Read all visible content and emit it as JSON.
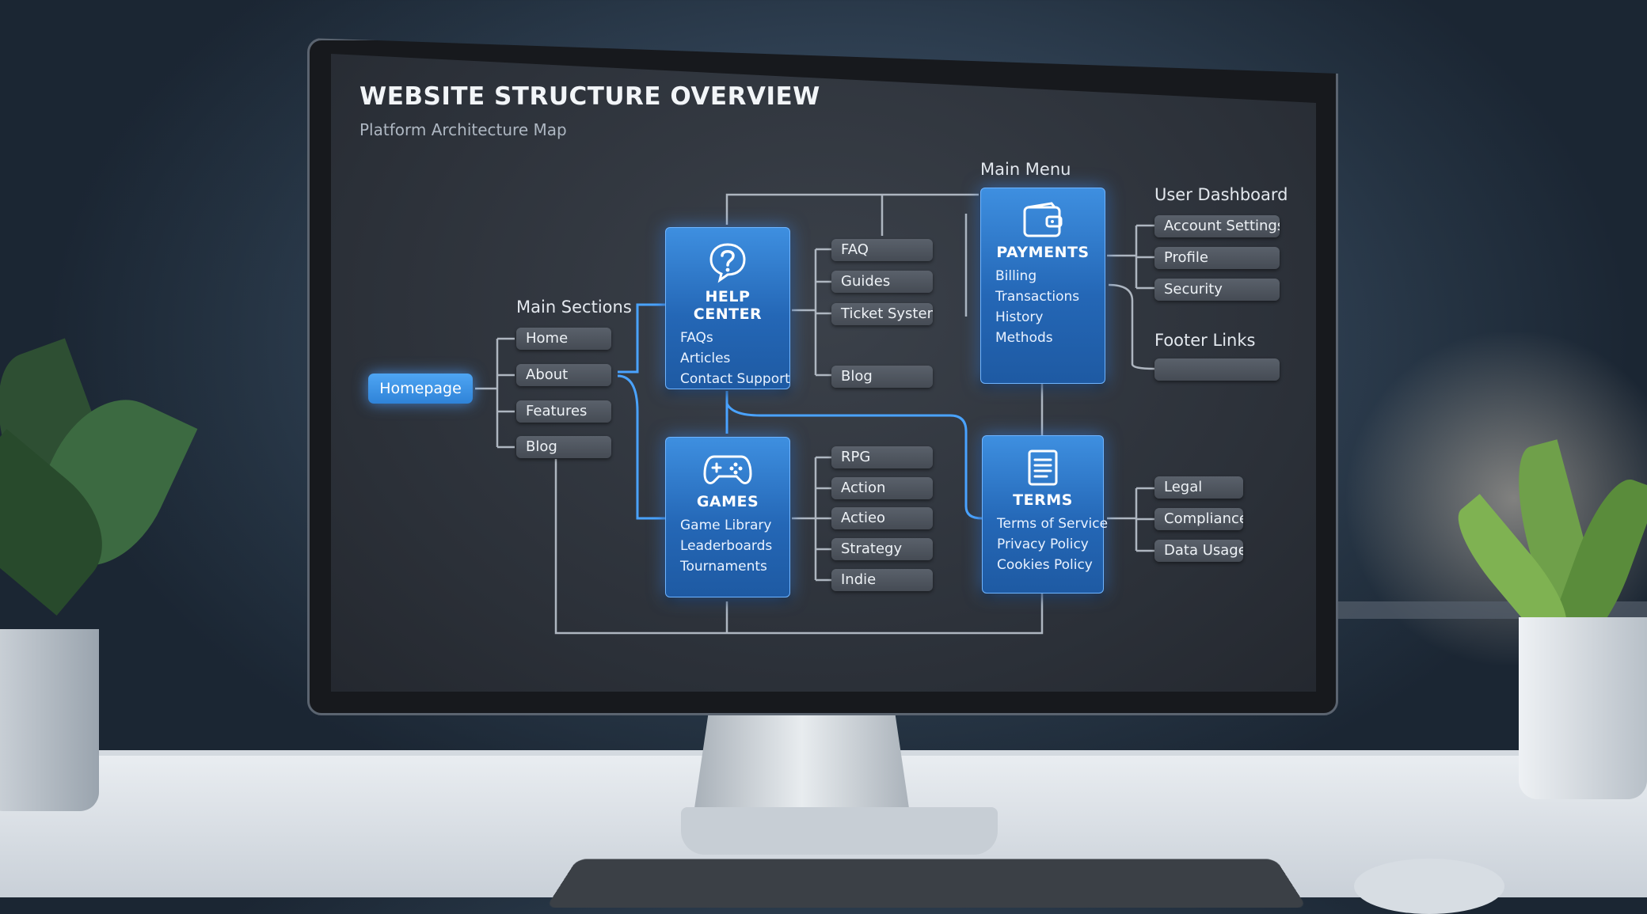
{
  "header": {
    "title": "WEBSITE STRUCTURE OVERVIEW",
    "subtitle": "Platform Architecture Map"
  },
  "colors": {
    "accent": "#3a8fe6",
    "node": "#4f565f",
    "line": "#aeb6c0",
    "line_active": "#4aa3ff"
  },
  "homepage": {
    "label": "Homepage"
  },
  "main_sections": {
    "label": "Main Sections",
    "items": [
      "Home",
      "About",
      "Features",
      "Blog"
    ]
  },
  "help_center": {
    "title": "HELP CENTER",
    "icon": "question-bubble-icon",
    "lines": [
      "FAQs",
      "Articles",
      "Contact Support"
    ],
    "children": [
      "FAQ",
      "Guides",
      "Ticket System",
      "Blog"
    ]
  },
  "games": {
    "title": "GAMES",
    "icon": "gamepad-icon",
    "lines": [
      "Game Library",
      "Leaderboards",
      "Tournaments"
    ],
    "children": [
      "RPG",
      "Action",
      "Actieo",
      "Strategy",
      "Indie"
    ]
  },
  "payments": {
    "label": "Main Menu",
    "title": "PAYMENTS",
    "icon": "wallet-icon",
    "lines": [
      "Billing",
      "Transactions",
      "History",
      "Methods"
    ]
  },
  "terms": {
    "title": "TERMS",
    "icon": "document-icon",
    "lines": [
      "Terms of Service",
      "Privacy Policy",
      "Cookies Policy"
    ],
    "children": [
      "Legal",
      "Compliance",
      "Data Usage"
    ]
  },
  "user_dashboard": {
    "label": "User Dashboard",
    "items": [
      "Account Settings",
      "Profile",
      "Security"
    ]
  },
  "footer_links": {
    "label": "Footer Links",
    "items": [
      ""
    ]
  }
}
